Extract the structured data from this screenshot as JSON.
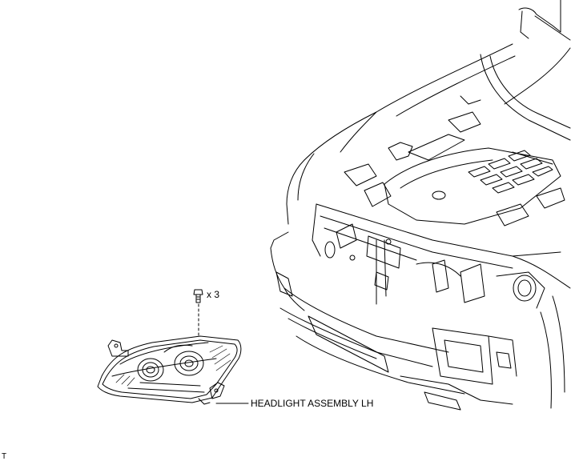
{
  "callouts": {
    "bolt_quantity": "x 3",
    "part_name": "HEADLIGHT ASSEMBLY LH"
  },
  "figure_code": "T",
  "colors": {
    "line": "#000000",
    "background": "#ffffff"
  }
}
